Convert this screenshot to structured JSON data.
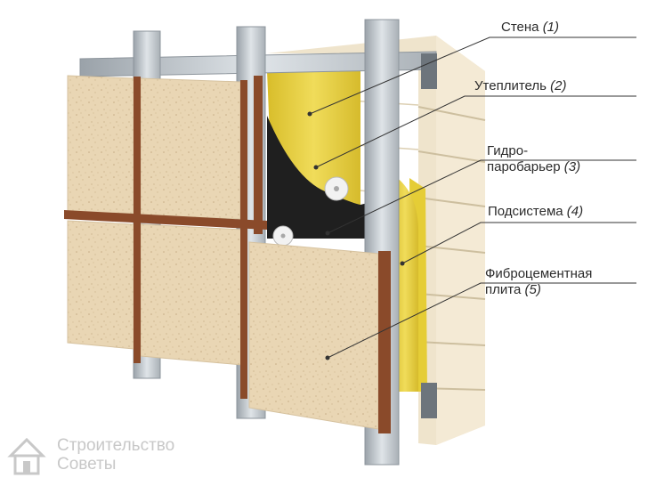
{
  "labels": {
    "wall": {
      "text": "Стена",
      "num": "(1)"
    },
    "insulation": {
      "text": "Утеплитель",
      "num": "(2)"
    },
    "barrier": {
      "line1": "Гидро-",
      "line2": "паробарьер",
      "num": "(3)"
    },
    "subsystem": {
      "text": "Подсистема",
      "num": "(4)"
    },
    "panel": {
      "line1": "Фиброцементная",
      "line2": "плита",
      "num": "(5)"
    }
  },
  "watermark": {
    "line1": "Строительство",
    "line2": "Советы"
  },
  "colors": {
    "wall_brick": "#efe4cc",
    "insulation": "#e6cf39",
    "barrier": "#1f1f1f",
    "subsystem": "#b9bfc4",
    "panel": "#e8d4b1",
    "strip": "#8a4a2a"
  }
}
